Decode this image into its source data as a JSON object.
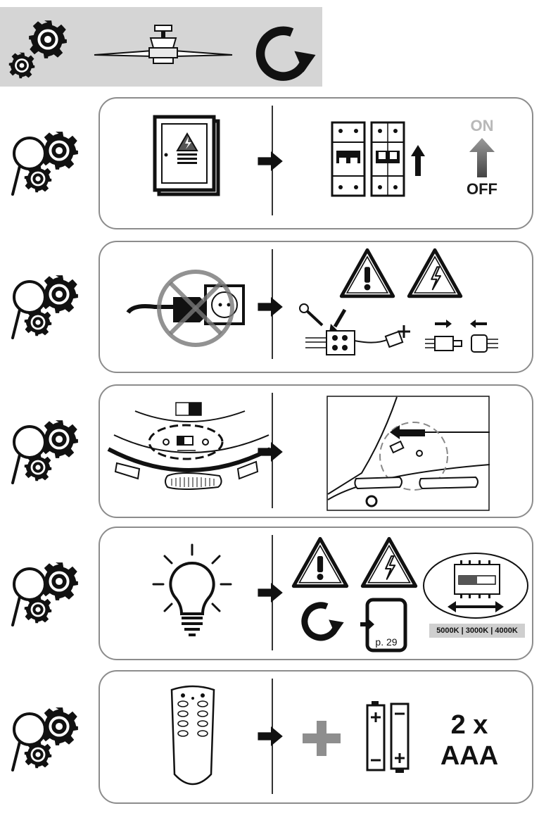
{
  "header": {
    "icons": [
      "settings-gears-icon",
      "ceiling-fan-icon",
      "rotate-clockwise-icon"
    ]
  },
  "steps": [
    {
      "icons": [
        "search-settings-icon",
        "fuse-box-icon",
        "arrow-right-icon",
        "circuit-breaker-icon",
        "arrow-up-icon"
      ],
      "switch_on_label": "ON",
      "switch_off_label": "OFF"
    },
    {
      "icons": [
        "search-settings-icon",
        "unplugged-socket-icon",
        "arrow-right-icon",
        "warning-exclamation-icon",
        "warning-electric-icon",
        "terminal-block-icon",
        "connector-icon"
      ]
    },
    {
      "icons": [
        "search-settings-icon",
        "fan-housing-switch-icon",
        "arrow-right-icon",
        "housing-detail-icon"
      ]
    },
    {
      "icons": [
        "search-settings-icon",
        "light-bulb-icon",
        "arrow-right-icon",
        "warning-exclamation-icon",
        "warning-electric-icon",
        "rotate-clockwise-icon",
        "page-reference-icon",
        "slide-switch-icon"
      ],
      "page_ref": "p. 29",
      "color_temps": "5000K | 3000K | 4000K"
    },
    {
      "icons": [
        "search-settings-icon",
        "remote-control-icon",
        "arrow-right-icon",
        "plus-icon",
        "battery-icon"
      ],
      "battery_count": "2 x",
      "battery_type": "AAA"
    }
  ]
}
